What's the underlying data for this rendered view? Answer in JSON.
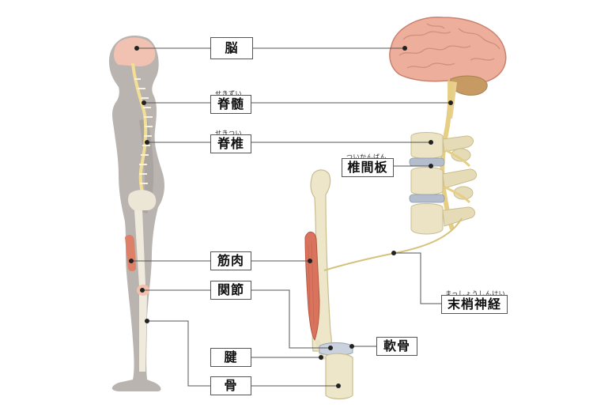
{
  "labels": {
    "brain": "脳",
    "spinal_cord": "脊髄",
    "spinal_cord_ruby": "せきずい",
    "spine": "脊椎",
    "spine_ruby": "せきつい",
    "disc": "椎間板",
    "disc_ruby": "ついかんばん",
    "muscle": "筋肉",
    "joint": "関節",
    "peripheral_nerve": "末梢神経",
    "peripheral_nerve_ruby": "まっしょうしんけい",
    "cartilage": "軟骨",
    "tendon": "腱",
    "bone": "骨"
  },
  "colors": {
    "body_silhouette": "#b5b0ac",
    "brain": "#e8a99a",
    "nerve": "#e9d48a",
    "bone": "#ede8cf",
    "muscle": "#d9735e",
    "disc": "#aab6c6",
    "leader_line": "#555555"
  }
}
